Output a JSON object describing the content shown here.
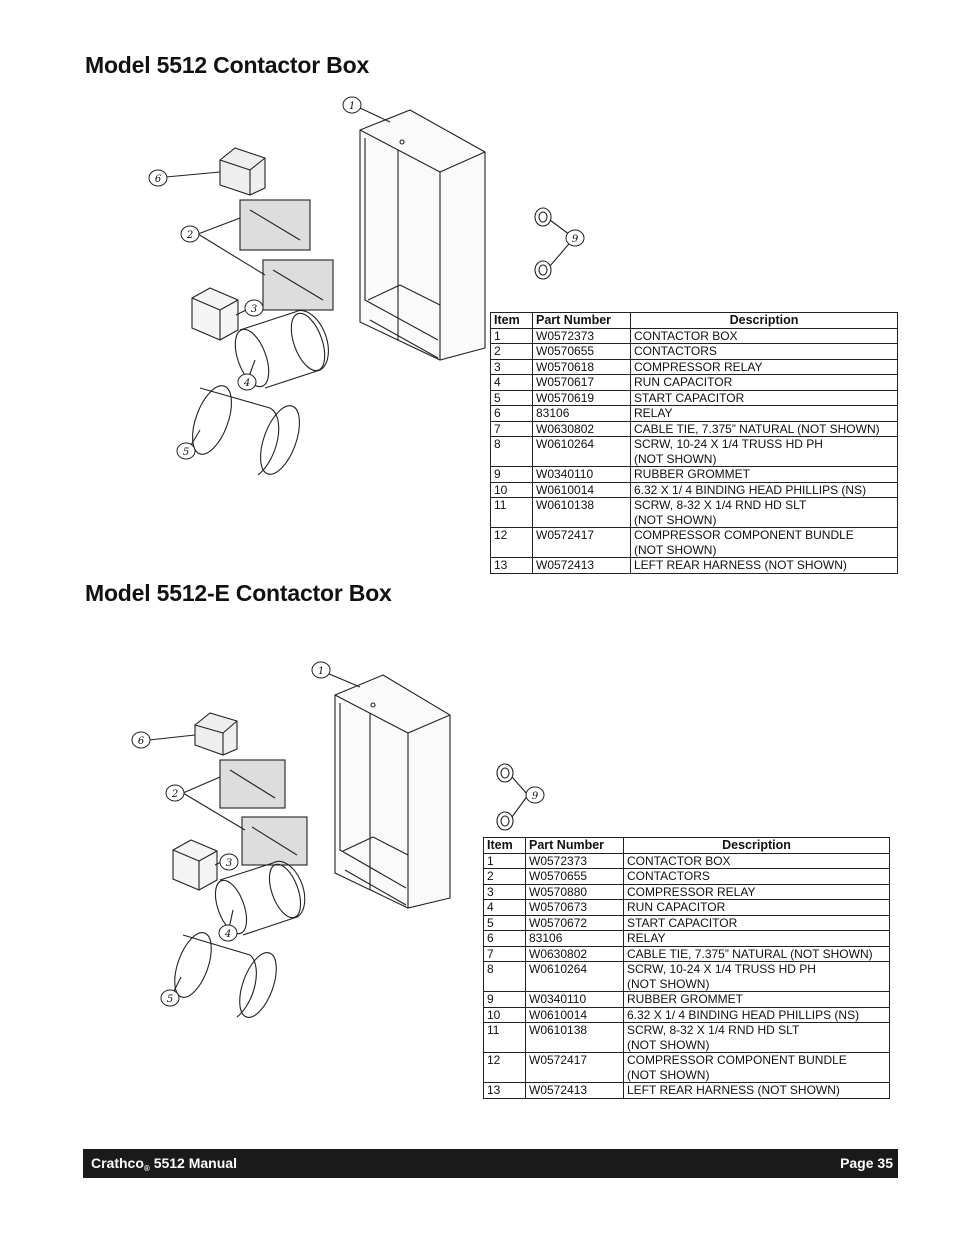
{
  "sections": [
    {
      "title": "Model 5512 Contactor Box",
      "table": {
        "headers": [
          "Item",
          "Part Number",
          "Description"
        ],
        "rows": [
          [
            "1",
            "W0572373",
            "CONTACTOR BOX"
          ],
          [
            "2",
            "W0570655",
            "CONTACTORS"
          ],
          [
            "3",
            "W0570618",
            "COMPRESSOR RELAY"
          ],
          [
            "4",
            "W0570617",
            "RUN CAPACITOR"
          ],
          [
            "5",
            "W0570619",
            "START CAPACITOR"
          ],
          [
            "6",
            "83106",
            "RELAY"
          ],
          [
            "7",
            "W0630802",
            "CABLE TIE, 7.375” NATURAL (NOT SHOWN)"
          ],
          [
            "8",
            "W0610264",
            "SCRW, 10-24 X 1/4 TRUSS HD PH\n(NOT SHOWN)"
          ],
          [
            "9",
            "W0340110",
            "RUBBER GROMMET"
          ],
          [
            "10",
            "W0610014",
            "6.32 X 1/ 4 BINDING HEAD PHILLIPS (NS)"
          ],
          [
            "11",
            "W0610138",
            "SCRW, 8-32 X 1/4 RND HD SLT\n(NOT SHOWN)"
          ],
          [
            "12",
            "W0572417",
            "COMPRESSOR COMPONENT BUNDLE\n(NOT SHOWN)"
          ],
          [
            "13",
            "W0572413",
            "LEFT REAR HARNESS (NOT SHOWN)"
          ]
        ]
      }
    },
    {
      "title": "Model 5512-E Contactor Box",
      "table": {
        "headers": [
          "Item",
          "Part Number",
          "Description"
        ],
        "rows": [
          [
            "1",
            "W0572373",
            "CONTACTOR BOX"
          ],
          [
            "2",
            "W0570655",
            "CONTACTORS"
          ],
          [
            "3",
            "W0570880",
            "COMPRESSOR RELAY"
          ],
          [
            "4",
            "W0570673",
            "RUN CAPACITOR"
          ],
          [
            "5",
            "W0570672",
            "START CAPACITOR"
          ],
          [
            "6",
            "83106",
            "RELAY"
          ],
          [
            "7",
            "W0630802",
            "CABLE TIE, 7.375” NATURAL (NOT SHOWN)"
          ],
          [
            "8",
            "W0610264",
            "SCRW, 10-24 X 1/4 TRUSS HD PH\n(NOT SHOWN)"
          ],
          [
            "9",
            "W0340110",
            "RUBBER GROMMET"
          ],
          [
            "10",
            "W0610014",
            "6.32 X 1/ 4 BINDING HEAD PHILLIPS (NS)"
          ],
          [
            "11",
            "W0610138",
            "SCRW, 8-32 X 1/4 RND HD SLT\n(NOT SHOWN)"
          ],
          [
            "12",
            "W0572417",
            "COMPRESSOR COMPONENT BUNDLE\n(NOT SHOWN)"
          ],
          [
            "13",
            "W0572413",
            "LEFT REAR HARNESS (NOT SHOWN)"
          ]
        ]
      }
    }
  ],
  "diagram_callouts": [
    "1",
    "2",
    "3",
    "4",
    "5",
    "6",
    "9"
  ],
  "footer": {
    "brand": "Crathco",
    "registered_mark": "®",
    "manual": "5512 Manual",
    "page": "Page 35"
  },
  "colors": {
    "footer_bg": "#1a1a1a",
    "text": "#111111"
  }
}
